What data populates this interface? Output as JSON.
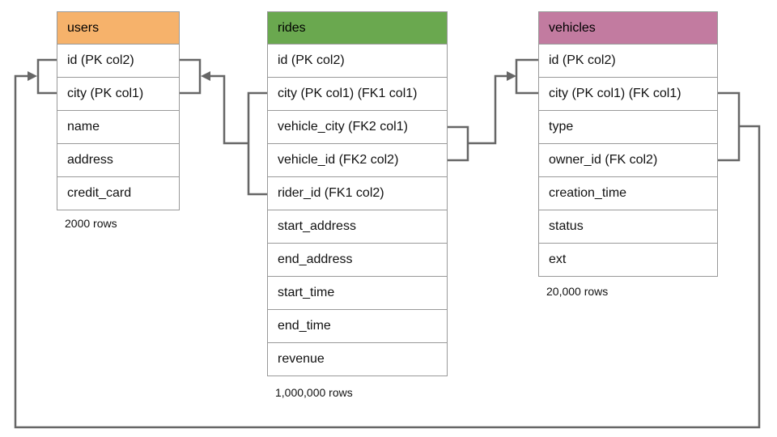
{
  "diagram": {
    "line_color": "#666666",
    "tables": [
      {
        "name": "users",
        "header_color": "#F6B26B",
        "columns": [
          "id (PK col2)",
          "city (PK col1)",
          "name",
          "address",
          "credit_card"
        ],
        "row_count_label": "2000 rows"
      },
      {
        "name": "rides",
        "header_color": "#6AA84F",
        "columns": [
          "id (PK col2)",
          "city (PK col1) (FK1 col1)",
          "vehicle_city (FK2 col1)",
          "vehicle_id (FK2 col2)",
          "rider_id (FK1 col2)",
          "start_address",
          "end_address",
          "start_time",
          "end_time",
          "revenue"
        ],
        "row_count_label": "1,000,000 rows"
      },
      {
        "name": "vehicles",
        "header_color": "#C27BA0",
        "columns": [
          "id (PK col2)",
          "city (PK col1) (FK col1)",
          "type",
          "owner_id (FK col2)",
          "creation_time",
          "status",
          "ext"
        ],
        "row_count_label": "20,000 rows"
      }
    ],
    "relationships": [
      {
        "from_table": "rides",
        "from_columns": [
          "city",
          "rider_id"
        ],
        "to_table": "users",
        "to_columns": [
          "id",
          "city"
        ]
      },
      {
        "from_table": "rides",
        "from_columns": [
          "vehicle_city",
          "vehicle_id"
        ],
        "to_table": "vehicles",
        "to_columns": [
          "id",
          "city"
        ]
      },
      {
        "from_table": "vehicles",
        "from_columns": [
          "city",
          "owner_id"
        ],
        "to_table": "users",
        "to_columns": [
          "id",
          "city"
        ]
      }
    ]
  }
}
